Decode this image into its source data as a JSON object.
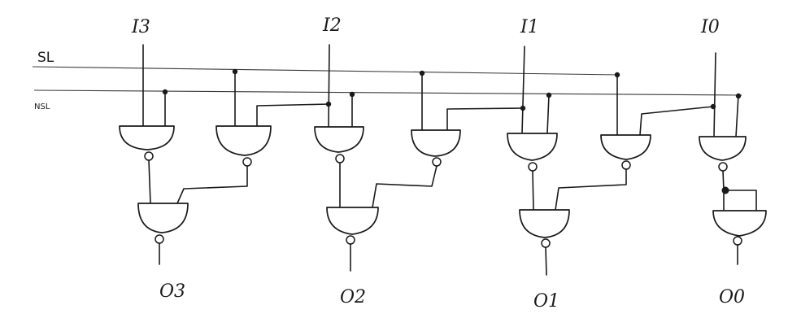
{
  "rails": {
    "select": "SL",
    "not_select": "NSL"
  },
  "inputs": [
    "I3",
    "I2",
    "I1",
    "I0"
  ],
  "outputs": [
    "O3",
    "O2",
    "O1",
    "O0"
  ]
}
